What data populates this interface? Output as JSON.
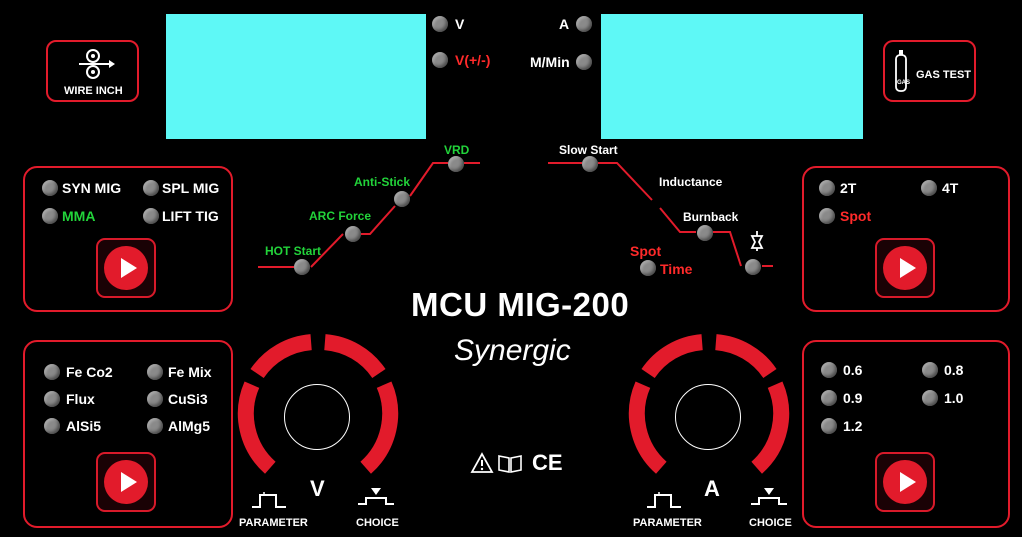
{
  "displays": {
    "left": {
      "indicators": {
        "v": "V",
        "v_adjust": "V(+/-)"
      }
    },
    "right": {
      "indicators": {
        "a": "A",
        "m_min": "M/Min"
      }
    }
  },
  "buttons": {
    "wire_inch": "WIRE INCH",
    "gas_test": "GAS TEST",
    "gas_cylinder_text": "GAS"
  },
  "process_panel": {
    "options": [
      "SYN MIG",
      "SPL MIG",
      "MMA",
      "LIFT TIG"
    ],
    "active": "MMA"
  },
  "mode_panel": {
    "options": [
      "2T",
      "4T",
      "Spot"
    ]
  },
  "gas_panel": {
    "options": [
      "Fe Co2",
      "Fe Mix",
      "Flux",
      "CuSi3",
      "AlSi5",
      "AlMg5"
    ]
  },
  "wire_panel": {
    "options": [
      "0.6",
      "0.8",
      "0.9",
      "1.0",
      "1.2"
    ]
  },
  "mma_parameters": [
    "HOT Start",
    "ARC Force",
    "Anti-Stick",
    "VRD"
  ],
  "mig_parameters": [
    "Slow Start",
    "Inductance",
    "Burnback",
    "Spot",
    "Time"
  ],
  "title": {
    "model": "MCU MIG-200",
    "subtitle": "Synergic"
  },
  "knobs": {
    "left": {
      "unit": "V",
      "parameter": "PARAMETER",
      "choice": "CHOICE"
    },
    "right": {
      "unit": "A",
      "parameter": "PARAMETER",
      "choice": "CHOICE"
    }
  },
  "compliance": {
    "ce": "CE"
  },
  "colors": {
    "accent_red": "#e21b2b",
    "display_cyan": "#5ef8f6",
    "mma_green": "#22d33a",
    "led_grey": "#8a8a8a"
  }
}
